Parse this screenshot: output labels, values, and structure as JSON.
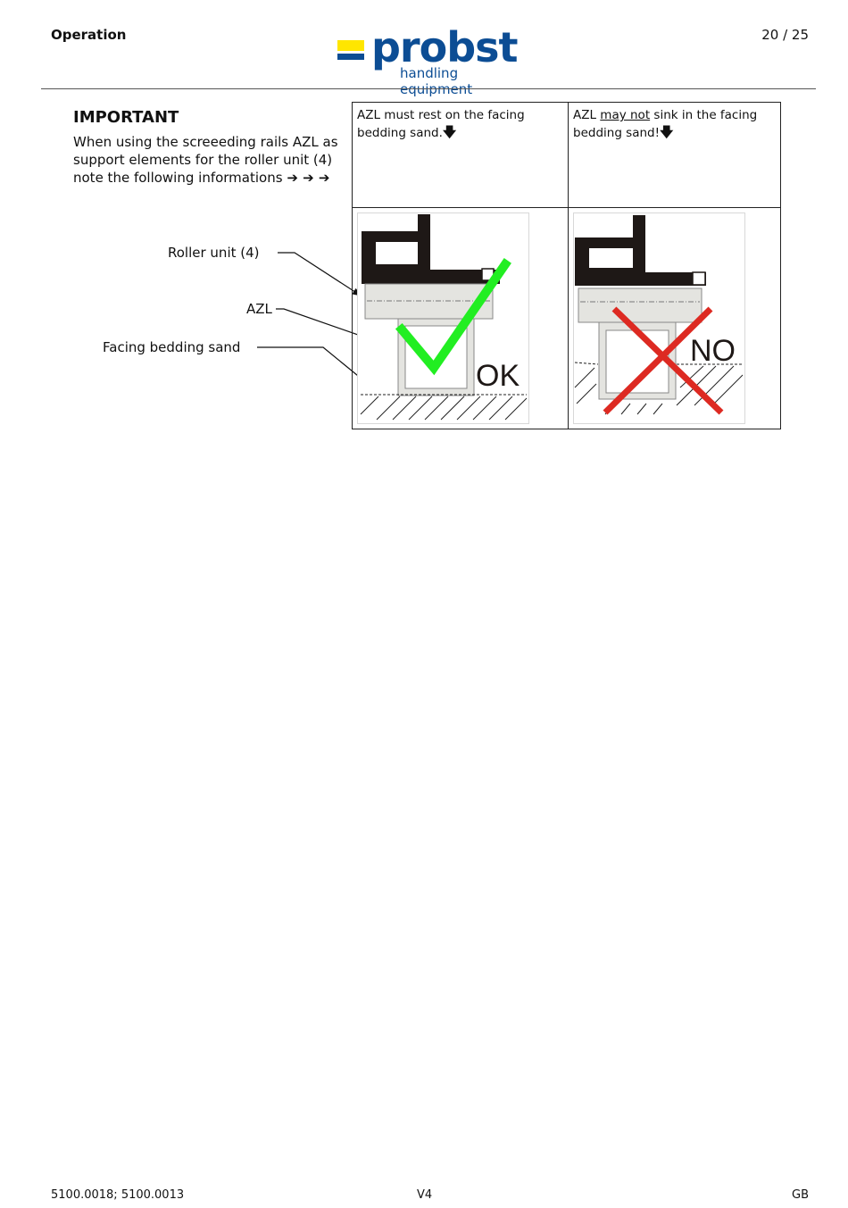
{
  "header": {
    "section_title": "Operation",
    "page_number": "20 / 25",
    "logo_word": "probst",
    "logo_subtitle": "handling equipment",
    "brand_color": "#0c4d94",
    "brand_accent": "#ffe600"
  },
  "important": {
    "heading": "IMPORTANT",
    "body": "When using the screeeding rails AZL as support elements for the roller unit (4) note the following informations",
    "arrows": "➔ ➔ ➔"
  },
  "callouts": {
    "roller_unit": "Roller unit (4)",
    "azl": "AZL",
    "facing_bedding_sand": "Facing bedding sand"
  },
  "table": {
    "left": {
      "text": "AZL must rest on the facing bedding sand.",
      "arrow_icon": "arrow-down-icon",
      "figure_label": "OK",
      "mark_color": "#22ee22"
    },
    "right": {
      "text_before": "AZL ",
      "text_underlined": "may not",
      "text_after": " sink in the facing bedding sand!",
      "arrow_icon": "arrow-down-icon",
      "figure_label": "NO",
      "mark_color": "#dd2a22"
    }
  },
  "footer": {
    "part_numbers": "5100.0018; 5100.0013",
    "version": "V4",
    "language": "GB"
  }
}
